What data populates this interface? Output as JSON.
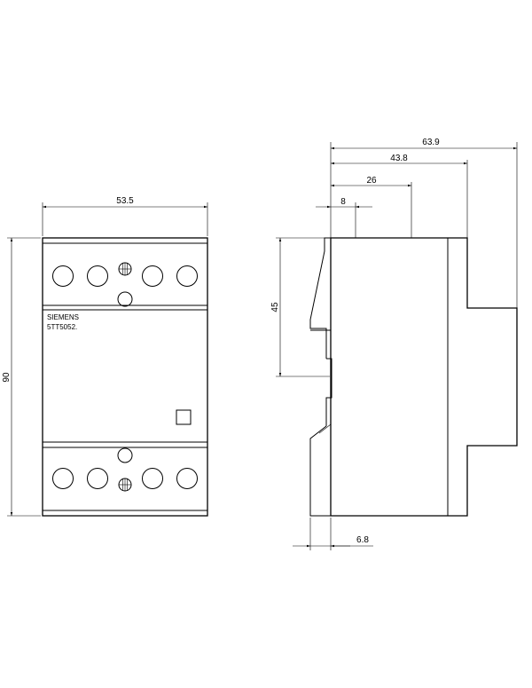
{
  "front_view": {
    "dim_width": "53.5",
    "dim_height": "90",
    "brand_text": "SIEMENS",
    "model_text": "5TT5052."
  },
  "side_view": {
    "dim_depth_total": "63.9",
    "dim_depth_mid": "43.8",
    "dim_depth_26": "26",
    "dim_depth_8": "8",
    "dim_height_45": "45",
    "dim_offset": "6.8"
  }
}
